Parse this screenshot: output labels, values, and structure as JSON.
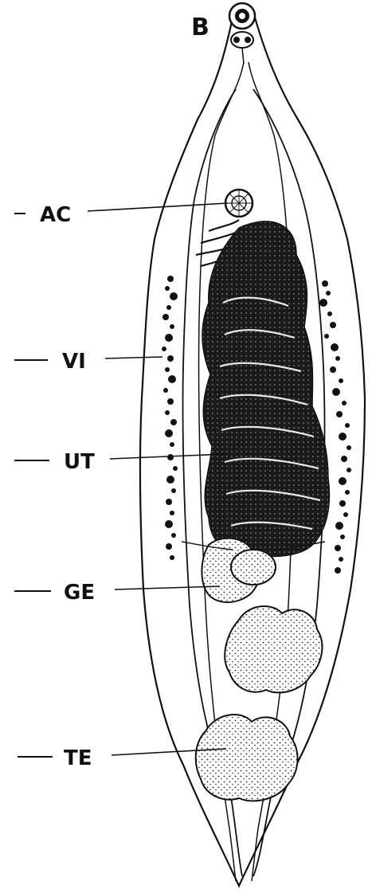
{
  "panel_label": "B",
  "labels": [
    {
      "id": "ac",
      "text": "AC"
    },
    {
      "id": "vi",
      "text": "VI"
    },
    {
      "id": "ut",
      "text": "UT"
    },
    {
      "id": "ge",
      "text": "GE"
    },
    {
      "id": "te",
      "text": "TE"
    }
  ],
  "colors": {
    "ink": "#111111",
    "background": "#ffffff"
  }
}
